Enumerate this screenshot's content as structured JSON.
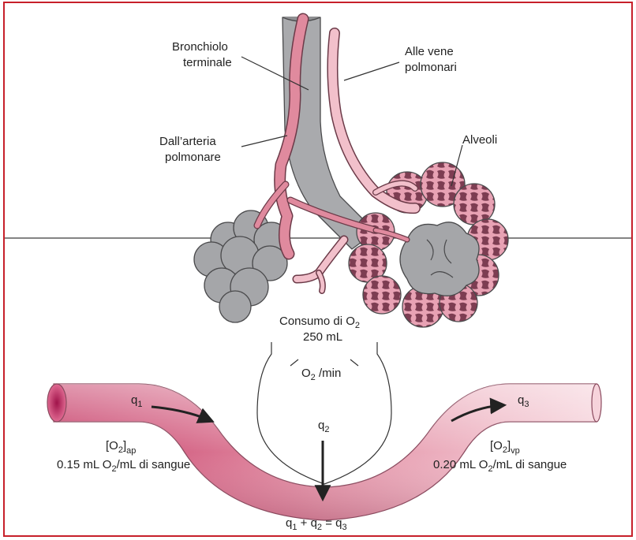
{
  "labels": {
    "bronchiole_l1": "Bronchiolo",
    "bronchiole_l2": "terminale",
    "veins_l1": "Alle vene",
    "veins_l2": "polmonari",
    "artery_l1": "Dall’arteria",
    "artery_l2": "polmonare",
    "alveoli": "Alveoli",
    "consumption_l1_prefix": "Consumo di O",
    "consumption_l1_sub": "2",
    "consumption_l2": "250 mL",
    "consumption_l3_prefix": "O",
    "consumption_l3_sub": "2",
    "consumption_l3_suffix": " /min",
    "q1_main": "q",
    "q1_sub": "1",
    "q2_main": "q",
    "q2_sub": "2",
    "q3_main": "q",
    "q3_sub": "3",
    "ap_bracket_open": "[O",
    "ap_bracket_sub": "2",
    "ap_bracket_close": "]",
    "ap_sub": "ap",
    "ap_value_prefix": "0.15 mL O",
    "ap_value_sub": "2",
    "ap_value_suffix": "/mL di sangue",
    "vp_bracket_open": "[O",
    "vp_bracket_sub": "2",
    "vp_bracket_close": "]",
    "vp_sub": "vp",
    "vp_value_prefix": "0.20 mL O",
    "vp_value_sub": "2",
    "vp_value_suffix": "/mL di sangue",
    "equation_q1": "q",
    "equation_q1_sub": "1",
    "equation_plus": " + q",
    "equation_q2_sub": "2",
    "equation_eq": " = q",
    "equation_q3_sub": "3"
  },
  "colors": {
    "frame": "#c7202a",
    "bronchiole_gray": "#a9aaad",
    "artery_pink": "#e08a9e",
    "vein_pink": "#f2c0cb",
    "vessel_outline": "#6b3a48",
    "alveolus_gray": "#a5a6a9"
  }
}
